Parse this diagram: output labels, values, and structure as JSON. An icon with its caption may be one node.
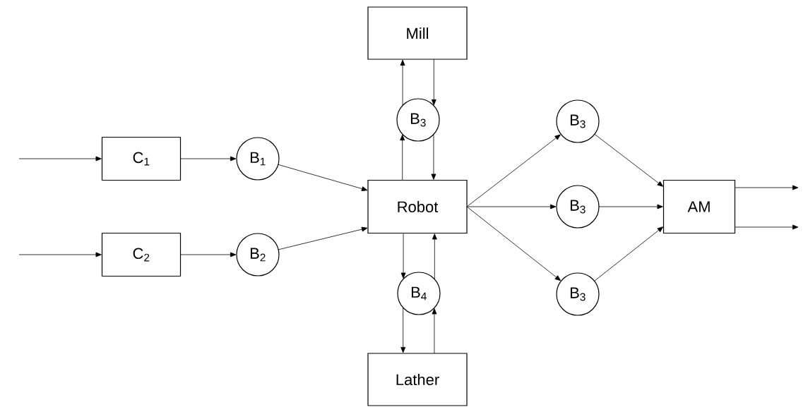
{
  "diagram": {
    "nodes": [
      {
        "text": [
          "Mill"
        ]
      },
      {
        "text": [
          "C$_{1}$"
        ]
      },
      {
        "text": [
          "B$_{1}$"
        ]
      },
      {
        "text": [
          "B$_{3}$"
        ]
      },
      {
        "text": [
          "B$_{3}$"
        ]
      },
      {
        "text": [
          "Robot"
        ]
      },
      {
        "text": [
          "B$_{3}$"
        ]
      },
      {
        "text": [
          "AM"
        ]
      },
      {
        "text": [
          "C$_{2}$"
        ]
      },
      {
        "text": [
          "B$_{2}$"
        ]
      },
      {
        "text": [
          "B$_{4}$"
        ]
      },
      {
        "text": [
          "B$_{3}$"
        ]
      },
      {
        "text": [
          "Lather"
        ]
      }
    ],
    "edges": [
      {
        "from": null,
        "to": 1,
        "arrow": "to"
      },
      {
        "from": null,
        "to": 8,
        "arrow": "to"
      },
      {
        "from": 1,
        "to": 2,
        "arrow": "to"
      },
      {
        "from": 8,
        "to": 9,
        "arrow": "to"
      },
      {
        "from": 2,
        "to": 5,
        "arrow": "to"
      },
      {
        "from": 9,
        "to": 5,
        "arrow": "to"
      },
      {
        "from": 5,
        "to": 3,
        "arrow": "to"
      },
      {
        "from": 3,
        "to": 0,
        "arrow": "to"
      },
      {
        "from": 0,
        "to": 3,
        "arrow": "to"
      },
      {
        "from": 3,
        "to": 5,
        "arrow": "to"
      },
      {
        "from": 5,
        "to": 10,
        "arrow": "to"
      },
      {
        "from": 10,
        "to": 12,
        "arrow": "to"
      },
      {
        "from": 12,
        "to": 10,
        "arrow": "to"
      },
      {
        "from": 10,
        "to": 5,
        "arrow": "to"
      },
      {
        "from": 5,
        "to": 4,
        "arrow": "to"
      },
      {
        "from": 5,
        "to": 6,
        "arrow": "to"
      },
      {
        "from": 5,
        "to": 11,
        "arrow": "to"
      },
      {
        "from": 4,
        "to": 7,
        "arrow": "to"
      },
      {
        "from": 6,
        "to": 7,
        "arrow": "to"
      },
      {
        "from": 11,
        "to": 7,
        "arrow": "to"
      },
      {
        "from": 7,
        "to": null,
        "arrow": "to"
      },
      {
        "from": 7,
        "to": null,
        "arrow": "to"
      }
    ]
  }
}
